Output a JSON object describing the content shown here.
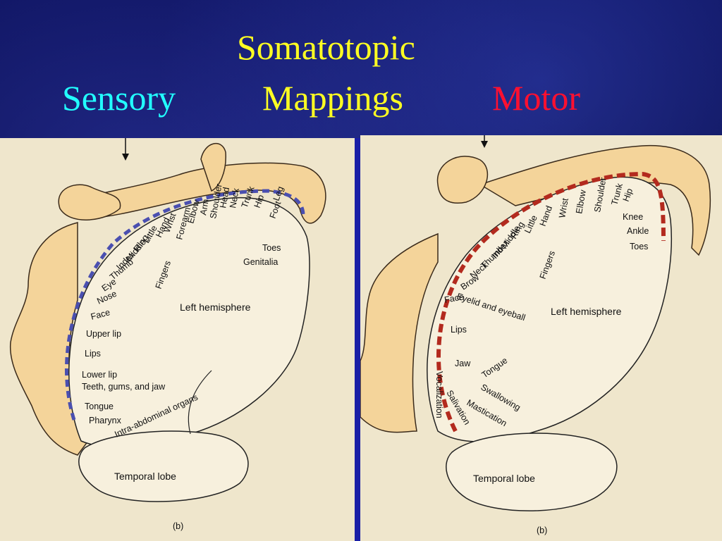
{
  "title": {
    "main": "Somatotopic",
    "sensory": "Sensory",
    "mappings": "Mappings",
    "motor": "Motor"
  },
  "sensory": {
    "parts": [
      "Genitalia",
      "Toes",
      "Foot",
      "Leg",
      "Hip",
      "Trunk",
      "Neck",
      "Head",
      "Shoulder",
      "Arm",
      "Elbow",
      "Forearm",
      "Wrist",
      "Hand",
      "Little",
      "Ring",
      "Middle",
      "Index",
      "Thumb",
      "Eye",
      "Nose",
      "Face",
      "Upper lip",
      "Lips",
      "Lower lip",
      "Teeth, gums, and jaw",
      "Tongue",
      "Pharynx",
      "Intra-abdominal organs"
    ],
    "fingers": "Fingers",
    "hemisphere": "Left hemisphere",
    "temporal": "Temporal lobe",
    "caption": "(b)"
  },
  "motor": {
    "parts": [
      "Toes",
      "Ankle",
      "Knee",
      "Hip",
      "Trunk",
      "Shoulder",
      "Elbow",
      "Wrist",
      "Hand",
      "Little",
      "Ring",
      "Middle",
      "Index",
      "Thumb",
      "Neck",
      "Brow",
      "Eyelid and eyeball",
      "Face",
      "Lips",
      "Vocalization",
      "Jaw",
      "Tongue",
      "Salivation",
      "Swallowing",
      "Mastication"
    ],
    "fingers": "Fingers",
    "hemisphere": "Left hemisphere",
    "temporal": "Temporal lobe",
    "caption": "(b)"
  },
  "colors": {
    "sensory_strip": "#4a4fb0",
    "motor_strip": "#b32a1e",
    "title_yellow": "#ffff22",
    "title_cyan": "#22ffff",
    "title_red": "#ff1030"
  }
}
